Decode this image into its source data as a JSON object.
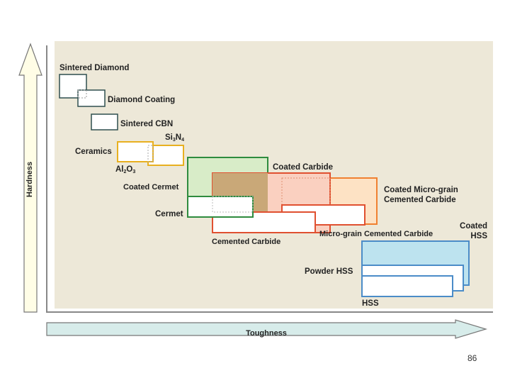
{
  "axes": {
    "y_label": "Hardness",
    "x_label": "Toughness"
  },
  "labels": {
    "sintered_diamond": "Sintered Diamond",
    "diamond_coating": "Diamond Coating",
    "sintered_cbn": "Sintered CBN",
    "si3n4_base": "Si",
    "si3n4_sub1": "3",
    "si3n4_mid": "N",
    "si3n4_sub2": "4",
    "ceramics": "Ceramics",
    "al2o3_base": "Al",
    "al2o3_sub1": "2",
    "al2o3_mid": "O",
    "al2o3_sub2": "3",
    "coated_carbide": "Coated Carbide",
    "coated_cermet": "Coated Cermet",
    "coated_micro_grain_line1": "Coated Micro-grain",
    "coated_micro_grain_line2": "Cemented Carbide",
    "cermet": "Cermet",
    "micro_grain_cemented_carbide": "Micro-grain Cemented Carbide",
    "cemented_carbide": "Cemented Carbide",
    "coated_hss_line1": "Coated",
    "coated_hss_line2": "HSS",
    "powder_hss": "Powder HSS",
    "hss": "HSS"
  },
  "page_number": "86",
  "colors": {
    "panel_background": "#ede8d8",
    "axis_line": "#888888",
    "arrow_fill": "#fffde6",
    "arrow_stroke": "#777777",
    "toughness_arrow_fill": "#d7ecea",
    "diamond": "#2f4f4f",
    "cbn": "#2f4f4f",
    "ceramics": "#e8b020",
    "cermet_green": "#2e8b3e",
    "cermet_fill": "#d8ecc8",
    "coated_cermet_overlap": "#c9a878",
    "carbide_red": "#e05030",
    "coated_carbide_fill": "#fad0c0",
    "micro_grain_orange": "#f08030",
    "micro_grain_fill": "#fde2c4",
    "hss_blue": "#4b8cc8",
    "coated_hss_fill": "#bde3ef"
  }
}
